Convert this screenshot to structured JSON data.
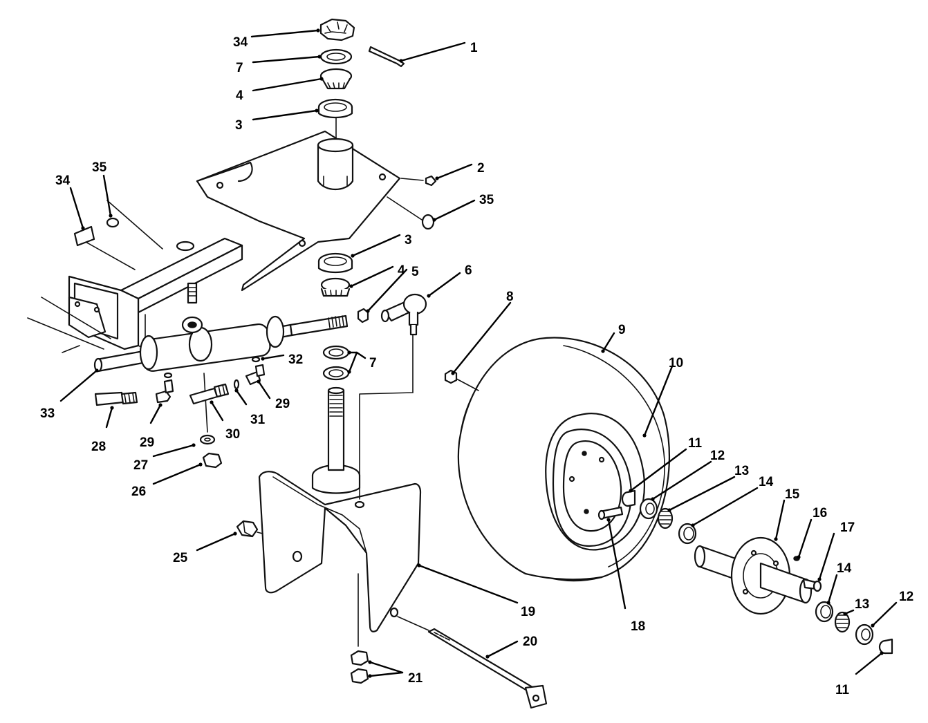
{
  "diagram": {
    "callouts": [
      {
        "id": "c1",
        "label": "1"
      },
      {
        "id": "c2",
        "label": "2"
      },
      {
        "id": "c3a",
        "label": "3"
      },
      {
        "id": "c3b",
        "label": "3"
      },
      {
        "id": "c4a",
        "label": "4"
      },
      {
        "id": "c4b",
        "label": "4"
      },
      {
        "id": "c5",
        "label": "5"
      },
      {
        "id": "c6",
        "label": "6"
      },
      {
        "id": "c7a",
        "label": "7"
      },
      {
        "id": "c7b",
        "label": "7"
      },
      {
        "id": "c8",
        "label": "8"
      },
      {
        "id": "c9",
        "label": "9"
      },
      {
        "id": "c10",
        "label": "10"
      },
      {
        "id": "c11a",
        "label": "11"
      },
      {
        "id": "c11b",
        "label": "11"
      },
      {
        "id": "c12a",
        "label": "12"
      },
      {
        "id": "c12b",
        "label": "12"
      },
      {
        "id": "c13a",
        "label": "13"
      },
      {
        "id": "c13b",
        "label": "13"
      },
      {
        "id": "c14a",
        "label": "14"
      },
      {
        "id": "c14b",
        "label": "14"
      },
      {
        "id": "c15",
        "label": "15"
      },
      {
        "id": "c16",
        "label": "16"
      },
      {
        "id": "c17",
        "label": "17"
      },
      {
        "id": "c18",
        "label": "18"
      },
      {
        "id": "c19",
        "label": "19"
      },
      {
        "id": "c20",
        "label": "20"
      },
      {
        "id": "c21",
        "label": "21"
      },
      {
        "id": "c25",
        "label": "25"
      },
      {
        "id": "c26",
        "label": "26"
      },
      {
        "id": "c27",
        "label": "27"
      },
      {
        "id": "c28",
        "label": "28"
      },
      {
        "id": "c29a",
        "label": "29"
      },
      {
        "id": "c29b",
        "label": "29"
      },
      {
        "id": "c30",
        "label": "30"
      },
      {
        "id": "c31",
        "label": "31"
      },
      {
        "id": "c32",
        "label": "32"
      },
      {
        "id": "c33",
        "label": "33"
      },
      {
        "id": "c34a",
        "label": "34"
      },
      {
        "id": "c34b",
        "label": "34"
      },
      {
        "id": "c35a",
        "label": "35"
      },
      {
        "id": "c35b",
        "label": "35"
      }
    ]
  }
}
